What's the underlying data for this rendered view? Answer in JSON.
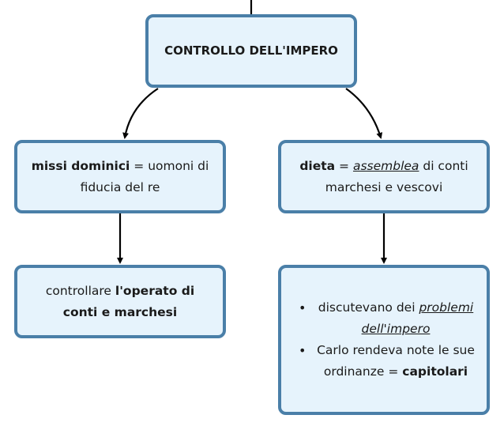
{
  "root": {
    "label": "CONTROLLO DELL'IMPERO"
  },
  "left": {
    "node1": {
      "bold": "missi dominici",
      "rest": " = uomoni di fiducia del re"
    },
    "node2": {
      "pre": "controllare ",
      "bold": "l'operato di conti e marchesi"
    }
  },
  "right": {
    "node1": {
      "bold": "dieta",
      "eq": " = ",
      "underlined": "assemblea",
      "rest": " di conti marchesi e vescovi"
    },
    "node2": {
      "item1": {
        "pre": "discutevano dei ",
        "underlined": "problemi dell'impero"
      },
      "item2": {
        "pre": "Carlo rendeva note le sue ordinanze = ",
        "bold": "capitolari"
      }
    }
  },
  "colors": {
    "border": "#4a7fa8",
    "fill": "#e6f3fc",
    "line": "#000000"
  }
}
